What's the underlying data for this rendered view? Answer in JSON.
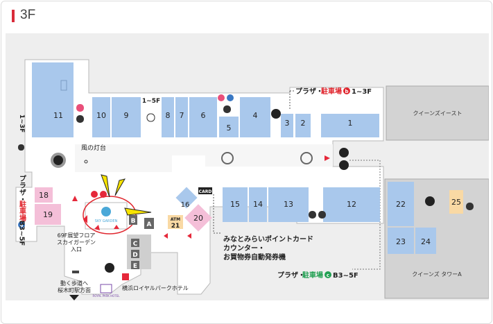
{
  "header": {
    "floor": "3F"
  },
  "colors": {
    "accent": "#d92b3a",
    "shop": "#a9c8ec",
    "shop_pink": "#f4bfd8",
    "shop_orange": "#f9d9a4",
    "building_gray": "#d3d3d3",
    "parking_red": "#e0262e",
    "parking_green": "#22a052",
    "route_red": "#e5283a",
    "yellow_marker": "#f7e300"
  },
  "shops": {
    "s1": "1",
    "s2": "2",
    "s3": "3",
    "s4": "4",
    "s5": "5",
    "s6": "6",
    "s7": "7",
    "s8": "8",
    "s9": "9",
    "s10": "10",
    "s11": "11",
    "s12": "12",
    "s13": "13",
    "s14": "14",
    "s15": "15",
    "s16": "16",
    "s18": "18",
    "s19": "19",
    "s20": "20",
    "s22": "22",
    "s23": "23",
    "s24": "24",
    "s25": "25"
  },
  "labels": {
    "stair_floors": "1~5F",
    "floor_range_left": "1~3F",
    "wind_light": "風の灯台",
    "queens_east": "クイーンズイースト",
    "queens_tower_a": "クイーンズ タワーA",
    "card": "CARD",
    "atm": "ATM",
    "atm_no": "21",
    "elevator_a": "A",
    "elevator_b": "B",
    "elevator_c": "C",
    "elevator_d": "D",
    "elevator_e": "E",
    "sky_garden_logo": "SKY GARDEN",
    "sky_entrance_1": "69F展望フロア",
    "sky_entrance_2": "スカイガーデン",
    "sky_entrance_3": "入口",
    "moving_walk_1": "動く歩道へ",
    "moving_walk_2": "桜木町駅方面",
    "hotel": "横浜ロイヤルパークホテル",
    "hotel_logo": "ROYAL PARK HOTEL",
    "point_card_1": "みなとみらいポイントカード",
    "point_card_2": "カウンター・",
    "point_card_3": "お買物券自動発券機"
  },
  "parking": {
    "b": {
      "prefix": "プラザ・",
      "name": "駐車場",
      "badge": "b",
      "floors": "1~3F"
    },
    "c": {
      "prefix": "プラザ・",
      "name": "駐車場",
      "badge": "c",
      "floors": "B3~5F"
    },
    "a": {
      "prefix": "プラザ・",
      "name": "駐車場",
      "badge": "a",
      "floors": "B3~5F"
    }
  }
}
